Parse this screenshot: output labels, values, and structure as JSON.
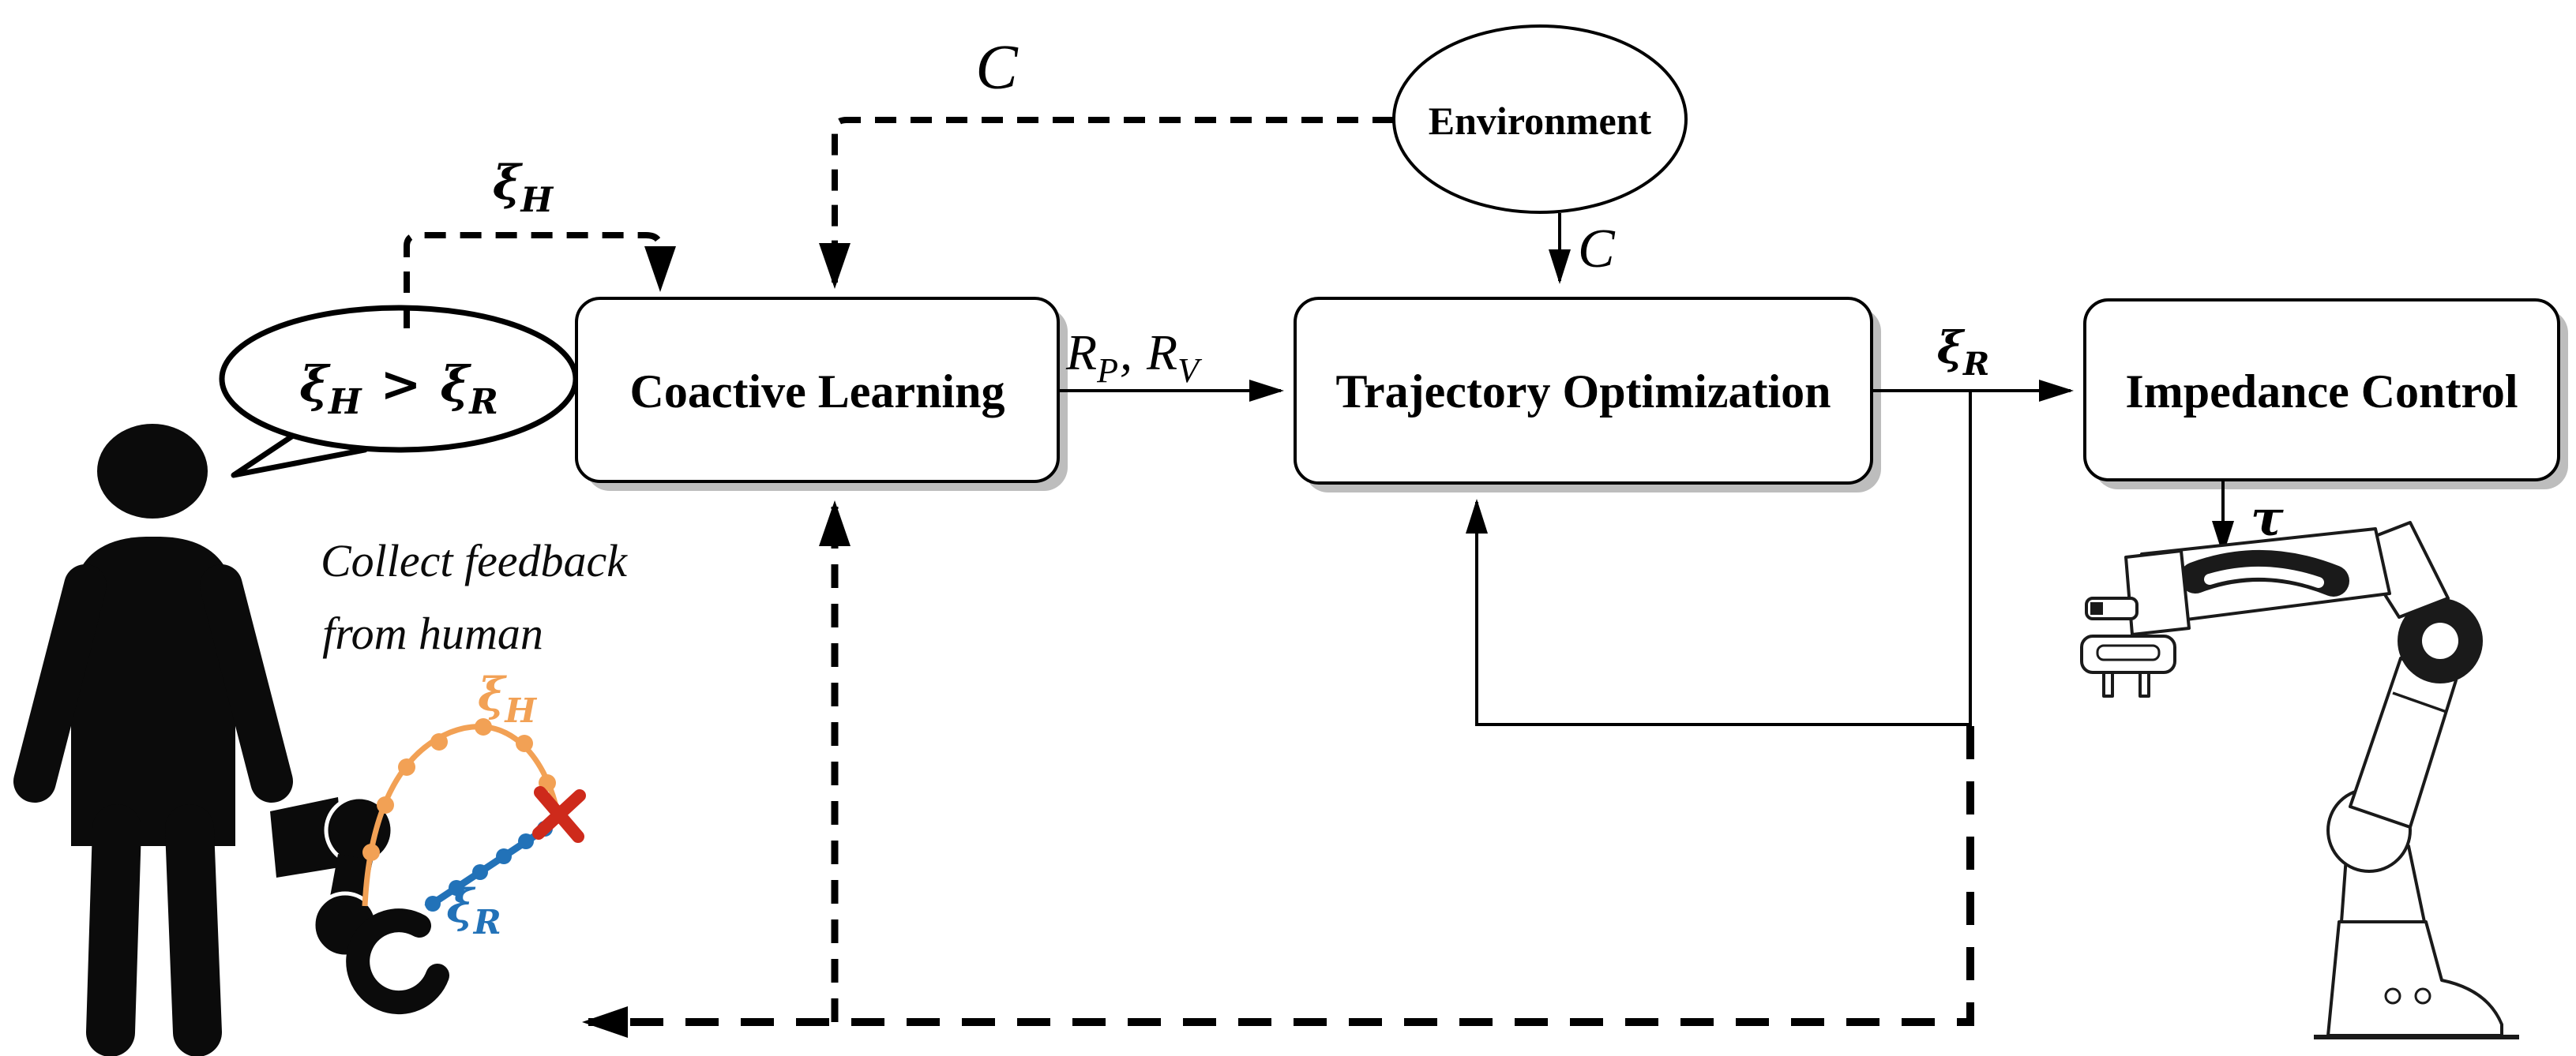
{
  "nodes": {
    "coactive": "Coactive Learning",
    "trajectory": "Trajectory Optimization",
    "impedance": "Impedance Control",
    "environment": "Environment"
  },
  "annotations": {
    "collect_line1": "Collect feedback",
    "collect_line2": "from human"
  },
  "math": {
    "xi": "ξ",
    "sub_H": "H",
    "sub_R": "R",
    "gt": ">",
    "R": "R",
    "sub_P": "P",
    "sub_V": "V",
    "comma": ",",
    "C": "C",
    "tau": "τ"
  },
  "colors": {
    "human_traj_orange": "#F2A155",
    "robot_traj_blue": "#2272B8",
    "goal_x_red": "#CE2A1B",
    "box_shadow_gray": "#BDBDBD",
    "ink_black": "#0b0b0b"
  }
}
